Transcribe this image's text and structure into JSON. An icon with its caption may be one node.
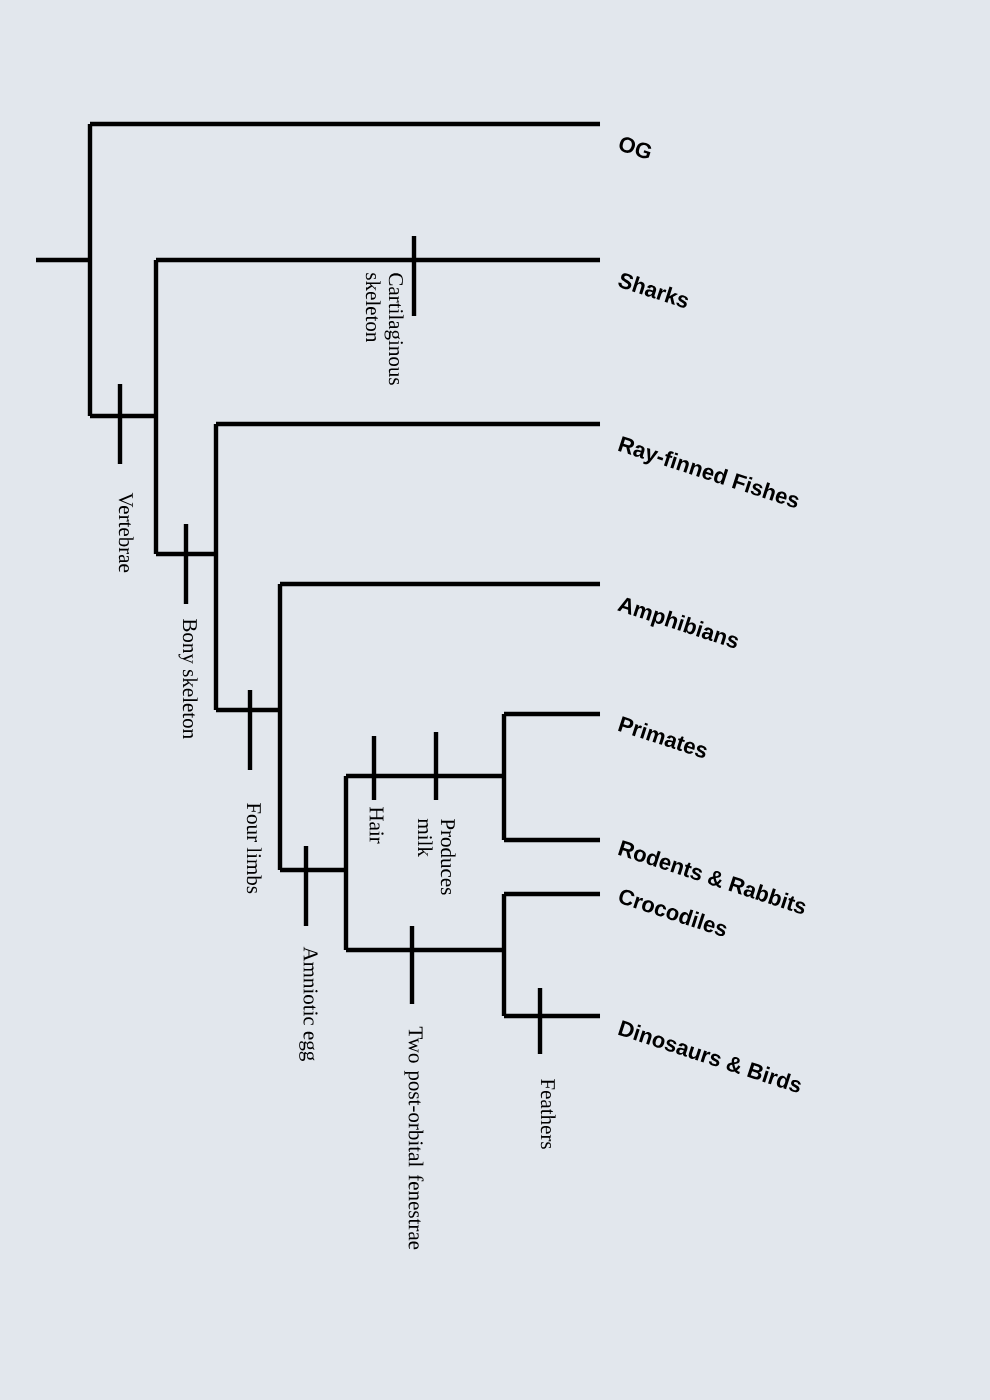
{
  "diagram": {
    "labels": [
      "OG",
      "Sharks",
      "Cartilaginous skeleton",
      "Ray-finned Fishes",
      "Vertebrae",
      "Amphibians",
      "Bony skeleton",
      "Primates",
      "Four limbs",
      "Hair",
      "Produces milk",
      "Rodents & Rabbits",
      "Crocodiles",
      "Amniotic egg",
      "Two post-orbital fenestrae",
      "Dinosaurs & Birds",
      "Feathers"
    ]
  }
}
